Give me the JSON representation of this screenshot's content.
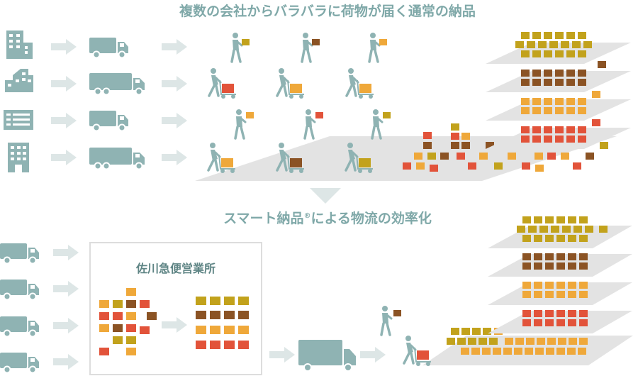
{
  "top": {
    "title": "複数の会社からバラバラに荷物が届く通常の納品",
    "building_icons": [
      "office-building-icon",
      "factory-icon",
      "storefront-icon",
      "apartment-building-icon"
    ],
    "truck_icons": [
      "small-truck-icon",
      "large-truck-icon",
      "small-truck-icon",
      "large-truck-icon"
    ]
  },
  "bottom": {
    "title_main": "スマート納品",
    "title_reg": "®",
    "title_rest": "による物流の効率化",
    "center_label": "佐川急便営業所"
  },
  "colors": {
    "teal": "#8fb3b3",
    "arrow": "#dde6e6",
    "platform": "#e3e3e3",
    "olive": "#c2a21c",
    "brown": "#8b5324",
    "orange": "#efa83a",
    "red": "#e2533a"
  }
}
